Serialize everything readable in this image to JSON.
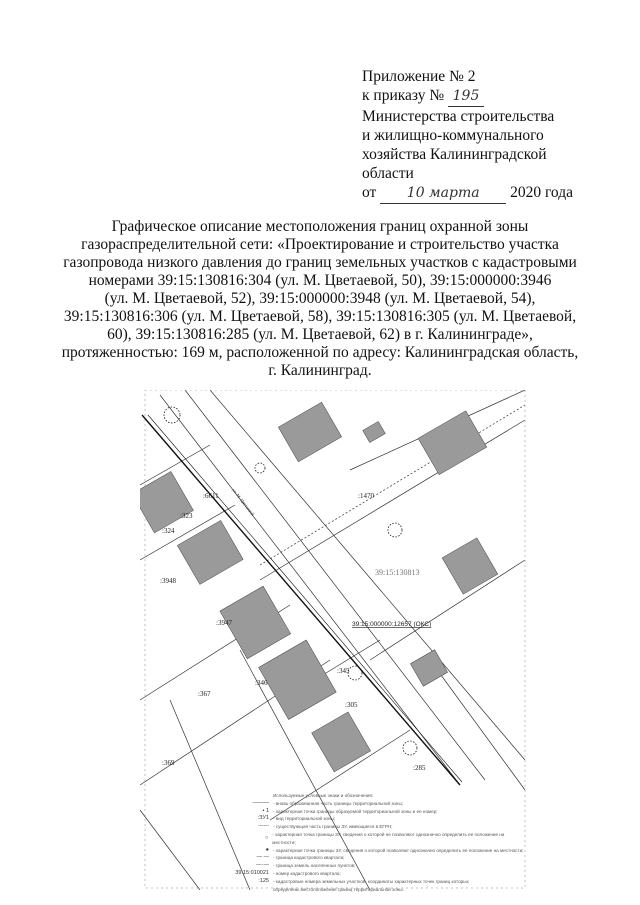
{
  "header": {
    "line1": "Приложение № 2",
    "line2_prefix": "к приказу №",
    "order_number": "195",
    "line3": "Министерства строительства",
    "line4": "и жилищно-коммунального",
    "line5": "хозяйства Калининградской",
    "line6": "области",
    "date_prefix": "от",
    "date_handwritten": "10 марта",
    "date_suffix": "2020 года"
  },
  "title_lines": [
    "Графическое описание местоположения границ охранной зоны",
    "газораспределительной сети: «Проектирование и строительство участка",
    "газопровода низкого давления до границ земельных участков с кадастровыми",
    "номерами 39:15:130816:304 (ул. М. Цветаевой, 50), 39:15:000000:3946",
    "(ул. М. Цветаевой, 52), 39:15:000000:3948 (ул. М. Цветаевой, 54),",
    "39:15:130816:306 (ул. М. Цветаевой, 58), 39:15:130816:305 (ул. М. Цветаевой,",
    "60), 39:15:130816:285 (ул. М. Цветаевой, 62) в г. Калининграде»,",
    "протяженностью: 169 м, расположенной по адресу: Калининградская область,",
    "г. Калининград."
  ],
  "map": {
    "parcel_labels": [
      ":3948",
      ":3947",
      ":346",
      ":367",
      ":305",
      ":345",
      ":285",
      ":369",
      ":323",
      ":324",
      ":6611",
      ":1470"
    ],
    "quarter_label": "39:15:130813",
    "oks_label": "39:15:000000:12657 (ОКС)",
    "street_label": "ул. М. Цветаевой"
  },
  "legend": {
    "heading": "Используемые условные знаки и обозначения:",
    "items": [
      {
        "symbol": "———",
        "text": "- вновь образованная часть границы территориальной зоны;"
      },
      {
        "symbol": "• 1",
        "text": "- характерная точка границы образуемой территориальной зоны и ее номер;"
      },
      {
        "symbol": ":ЗУ1",
        "text": "- вид территориальной зоны;"
      },
      {
        "symbol": "------",
        "text": "- существующая часть границы ЗУ, имеющиеся в ЕГРН;"
      },
      {
        "symbol": "○",
        "text": "- характерная точка границы ЗУ, сведения о которой не позволяют однозначно определить ее положение на местности;"
      },
      {
        "symbol": "●",
        "text": "- характерная точка границы ЗУ, сведения о которой позволяют однозначно определить ее положение на местности;"
      },
      {
        "symbol": "— —",
        "text": "- граница кадастрового квартала;"
      },
      {
        "symbol": "—·—",
        "text": "- граница земель населенных пунктов;"
      },
      {
        "symbol": "39:15:010021",
        "text": "- номер кадастрового квартала;"
      },
      {
        "symbol": ":125",
        "text": "- кадастровые номера земельных участков, координаты характерных точек границ которых"
      },
      {
        "symbol": "",
        "text": "определены местоположения границ территориальной зоны."
      }
    ]
  },
  "colors": {
    "building": "#9a9a9a",
    "line": "#222222"
  }
}
